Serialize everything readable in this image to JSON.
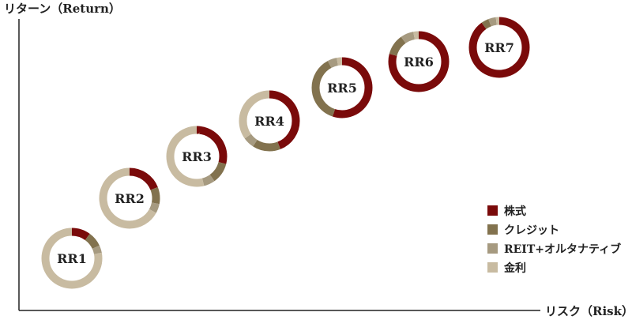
{
  "chart_data": {
    "type": "donut-scatter",
    "ylabel": "リターン（Return）",
    "xlabel": "リスク（Risk）",
    "legend_position": "bottom-right",
    "categories": [
      {
        "name": "株式",
        "color": "#7A0A0A"
      },
      {
        "name": "クレジット",
        "color": "#82724E"
      },
      {
        "name": "REIT+オルタナティブ",
        "color": "#A69A80"
      },
      {
        "name": "金利",
        "color": "#C8BBA1"
      }
    ],
    "portfolios": [
      {
        "label": "RR1",
        "allocation": [
          0.1,
          0.08,
          0.04,
          0.78
        ]
      },
      {
        "label": "RR2",
        "allocation": [
          0.19,
          0.09,
          0.05,
          0.67
        ]
      },
      {
        "label": "RR3",
        "allocation": [
          0.29,
          0.11,
          0.06,
          0.54
        ]
      },
      {
        "label": "RR4",
        "allocation": [
          0.44,
          0.15,
          0.06,
          0.35
        ]
      },
      {
        "label": "RR5",
        "allocation": [
          0.55,
          0.37,
          0.05,
          0.03
        ]
      },
      {
        "label": "RR6",
        "allocation": [
          0.79,
          0.11,
          0.07,
          0.03
        ]
      },
      {
        "label": "RR7",
        "allocation": [
          0.9,
          0.04,
          0.04,
          0.02
        ]
      }
    ]
  }
}
